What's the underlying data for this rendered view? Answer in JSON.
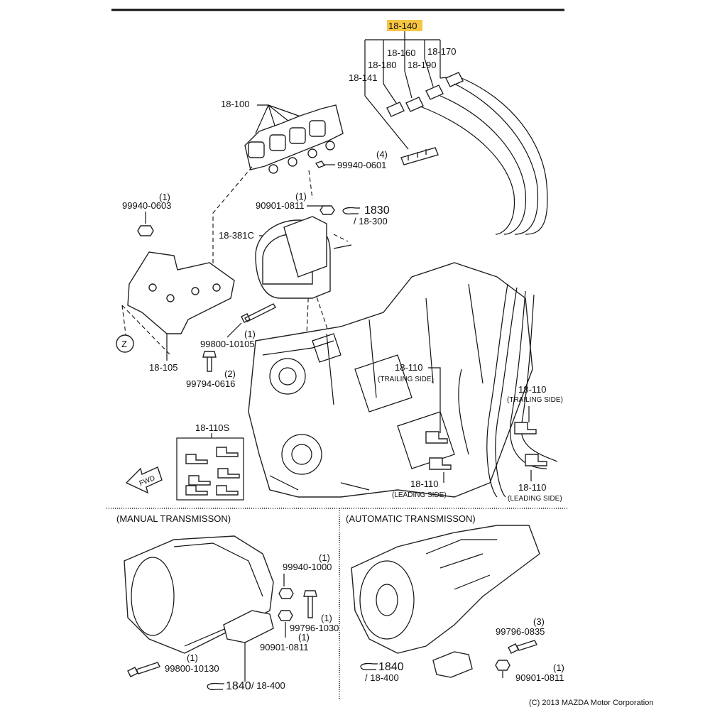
{
  "labels": {
    "l18_140": "18-140",
    "l18_160": "18-160",
    "l18_170": "18-170",
    "l18_180": "18-180",
    "l18_190": "18-190",
    "l18_141": "18-141",
    "l18_100": "18-100",
    "l99940_0601": "99940-0601",
    "q4": "(4)",
    "l99940_0603": "99940-0603",
    "q1a": "(1)",
    "l90901_0811a": "90901-0811",
    "q1b": "(1)",
    "l1830": "1830",
    "l18_300": "/ 18-300",
    "l18_381c": "18-381C",
    "l99800_10105": "99800-10105",
    "q1c": "(1)",
    "l18_105": "18-105",
    "l99794_0616": "99794-0616",
    "q2": "(2)",
    "z1": "Z",
    "z2": "Z",
    "l18_110_trail1": "18-110",
    "trail1": "(TRAILING SIDE)",
    "l18_110_trail2": "18-110",
    "trail2": "(TRAILING SIDE)",
    "l18_110_lead1": "18-110",
    "lead1": "(LEADING SIDE)",
    "l18_110_lead2": "18-110",
    "lead2": "(LEADING SIDE)",
    "l18_110s": "18-110S",
    "fwd": "FWD"
  },
  "manual": {
    "header": "(MANUAL TRANSMISSON)",
    "l99940_1000": "99940-1000",
    "q1": "(1)",
    "l99796_1030": "99796-1030",
    "q1b": "(1)",
    "l90901_0811": "90901-0811",
    "q1c": "(1)",
    "l99800_10130": "99800-10130",
    "q1d": "(1)",
    "l1840": "1840",
    "l18_400": "/ 18-400"
  },
  "automatic": {
    "header": "(AUTOMATIC TRANSMISSON)",
    "l99796_0835": "99796-0835",
    "q3": "(3)",
    "l1840": "1840",
    "l18_400": "/ 18-400",
    "l90901_0811": "90901-0811",
    "q1": "(1)"
  },
  "copyright": "(C) 2013 MAZDA Motor Corporation",
  "colors": {
    "highlight": "#f6c542",
    "line": "#111111"
  }
}
